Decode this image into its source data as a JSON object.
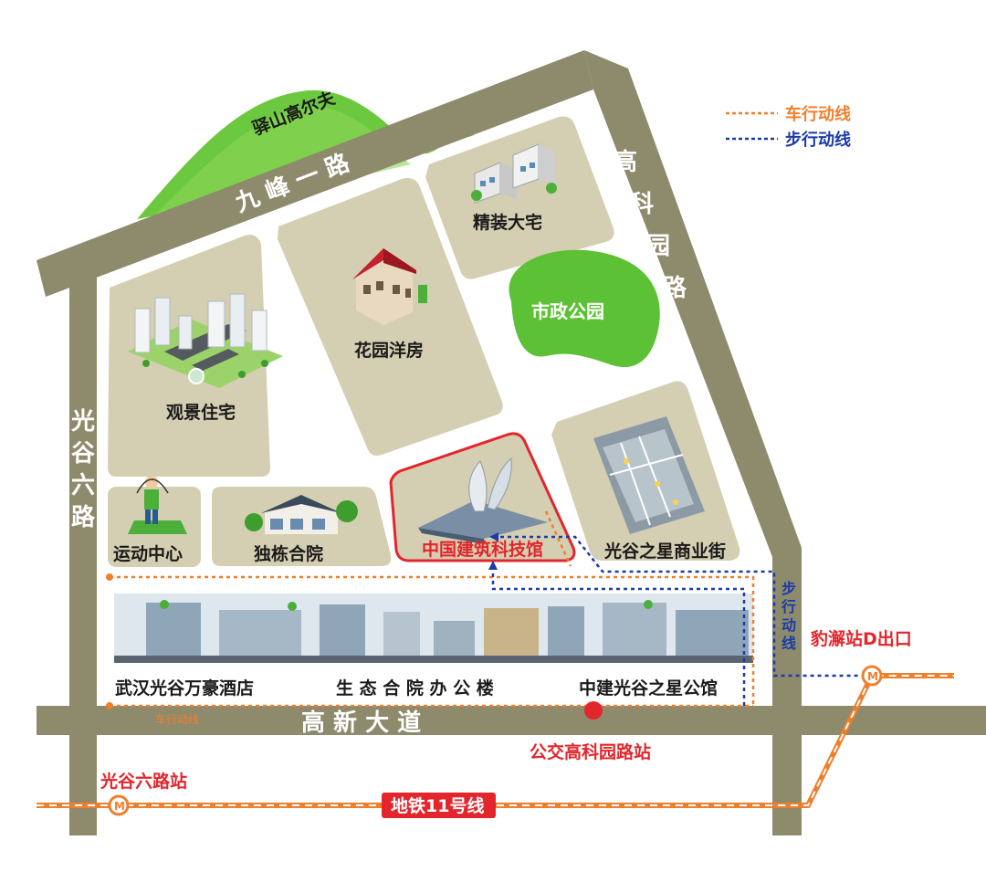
{
  "colors": {
    "road": "#8e8a6c",
    "block": "#d4cfb2",
    "park": "#5cc135",
    "car_route": "#f07f2c",
    "walk_route": "#1b3ba7",
    "metro": "#f07f2c",
    "highlight": "#e3252c"
  },
  "legend": {
    "car_route": "车行动线",
    "walk_route": "步行动线"
  },
  "roads": {
    "jiufeng": "九 峰 一 路",
    "gaoke": [
      "高",
      "科",
      "园",
      "路"
    ],
    "guanggu6": [
      "光",
      "谷",
      "六",
      "路"
    ],
    "gaoxin": "高 新 大 道"
  },
  "landmarks": {
    "golf": "驿山高尔夫",
    "jingzhuang": "精装大宅",
    "huayuan": "花园洋房",
    "guanjing": "观景住宅",
    "park": "市政公园",
    "museum": "中国建筑科技馆",
    "star_street": "光谷之星商业街",
    "sport": "运动中心",
    "dudong": "独栋合院",
    "hotel": "武汉光谷万豪酒店",
    "office": "生 态 合 院 办 公 楼",
    "zhongjian": "中建光谷之星公馆"
  },
  "transit": {
    "baoxie": "豹澥站D出口",
    "bus": "公交高科园路站",
    "guanggu6_station": "光谷六路站",
    "metro_line": "地铁11号线",
    "walk_label": [
      "步",
      "行",
      "动",
      "线"
    ],
    "car_tag": "车行动线",
    "metro_symbol": "M"
  }
}
